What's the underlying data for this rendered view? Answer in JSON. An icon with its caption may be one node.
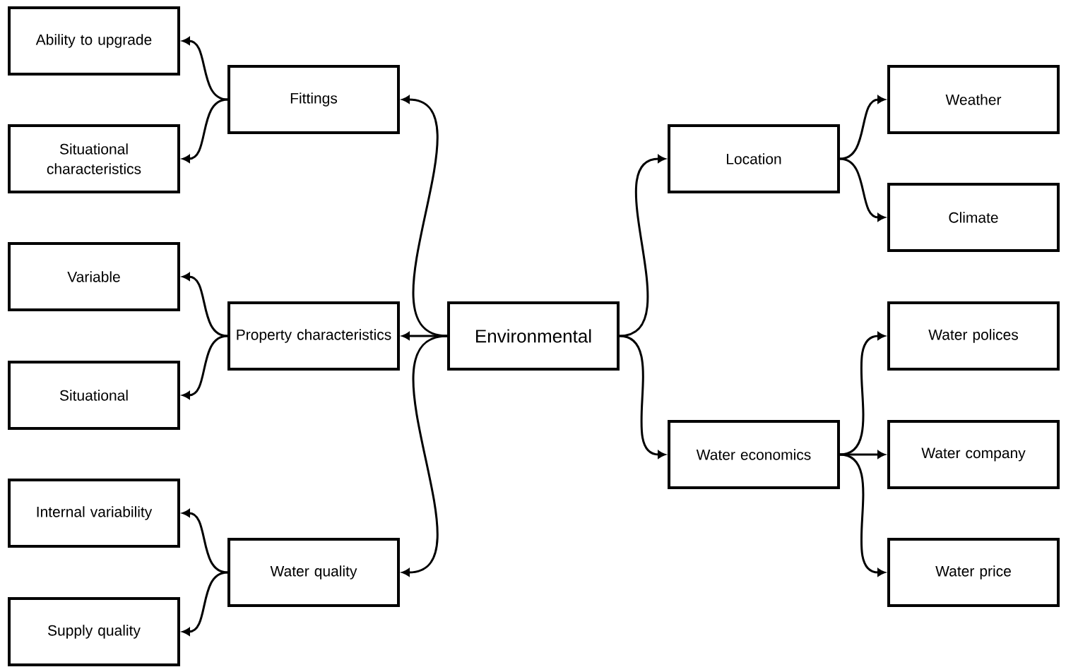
{
  "diagram": {
    "nodes": [
      {
        "text": [
          "Environmental"
        ]
      },
      {
        "text": [
          "Fittings"
        ]
      },
      {
        "text": [
          "Property characteristics"
        ]
      },
      {
        "text": [
          "Water quality"
        ]
      },
      {
        "text": [
          "Ability to upgrade"
        ]
      },
      {
        "text": [
          "Situational characteristics"
        ]
      },
      {
        "text": [
          "Variable"
        ]
      },
      {
        "text": [
          "Situational"
        ]
      },
      {
        "text": [
          "Internal variability"
        ]
      },
      {
        "text": [
          "Supply quality"
        ]
      },
      {
        "text": [
          "Location"
        ]
      },
      {
        "text": [
          "Water economics"
        ]
      },
      {
        "text": [
          "Weather"
        ]
      },
      {
        "text": [
          "Climate"
        ]
      },
      {
        "text": [
          "Water polices"
        ]
      },
      {
        "text": [
          "Water company"
        ]
      },
      {
        "text": [
          "Water price"
        ]
      }
    ],
    "edges": [
      {
        "from": 0,
        "to": 1,
        "arrow": "to"
      },
      {
        "from": 0,
        "to": 2,
        "arrow": "to"
      },
      {
        "from": 0,
        "to": 3,
        "arrow": "to"
      },
      {
        "from": 0,
        "to": 10,
        "arrow": "to"
      },
      {
        "from": 0,
        "to": 11,
        "arrow": "to"
      },
      {
        "from": 1,
        "to": 4,
        "arrow": "to"
      },
      {
        "from": 1,
        "to": 5,
        "arrow": "to"
      },
      {
        "from": 2,
        "to": 6,
        "arrow": "to"
      },
      {
        "from": 2,
        "to": 7,
        "arrow": "to"
      },
      {
        "from": 3,
        "to": 8,
        "arrow": "to"
      },
      {
        "from": 3,
        "to": 9,
        "arrow": "to"
      },
      {
        "from": 10,
        "to": 12,
        "arrow": "to"
      },
      {
        "from": 10,
        "to": 13,
        "arrow": "to"
      },
      {
        "from": 11,
        "to": 14,
        "arrow": "to"
      },
      {
        "from": 11,
        "to": 15,
        "arrow": "to"
      },
      {
        "from": 11,
        "to": 16,
        "arrow": "to"
      }
    ]
  }
}
